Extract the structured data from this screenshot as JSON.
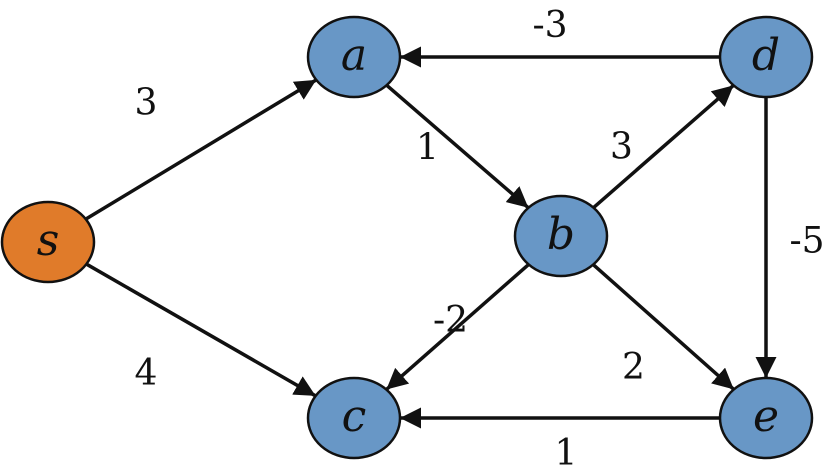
{
  "colors": {
    "source_node": "#E07B2A",
    "node": "#6897C6",
    "edge": "#111111"
  },
  "nodes": [
    {
      "id": "s",
      "label": "s",
      "role": "source"
    },
    {
      "id": "a",
      "label": "a",
      "role": "normal"
    },
    {
      "id": "b",
      "label": "b",
      "role": "normal"
    },
    {
      "id": "c",
      "label": "c",
      "role": "normal"
    },
    {
      "id": "d",
      "label": "d",
      "role": "normal"
    },
    {
      "id": "e",
      "label": "e",
      "role": "normal"
    }
  ],
  "edges": [
    {
      "from": "s",
      "to": "a",
      "weight": "3"
    },
    {
      "from": "s",
      "to": "c",
      "weight": "4"
    },
    {
      "from": "a",
      "to": "b",
      "weight": "1"
    },
    {
      "from": "b",
      "to": "d",
      "weight": "3"
    },
    {
      "from": "b",
      "to": "c",
      "weight": "-2"
    },
    {
      "from": "b",
      "to": "e",
      "weight": "2"
    },
    {
      "from": "d",
      "to": "a",
      "weight": "-3"
    },
    {
      "from": "d",
      "to": "e",
      "weight": "-5"
    },
    {
      "from": "e",
      "to": "c",
      "weight": "1"
    }
  ]
}
